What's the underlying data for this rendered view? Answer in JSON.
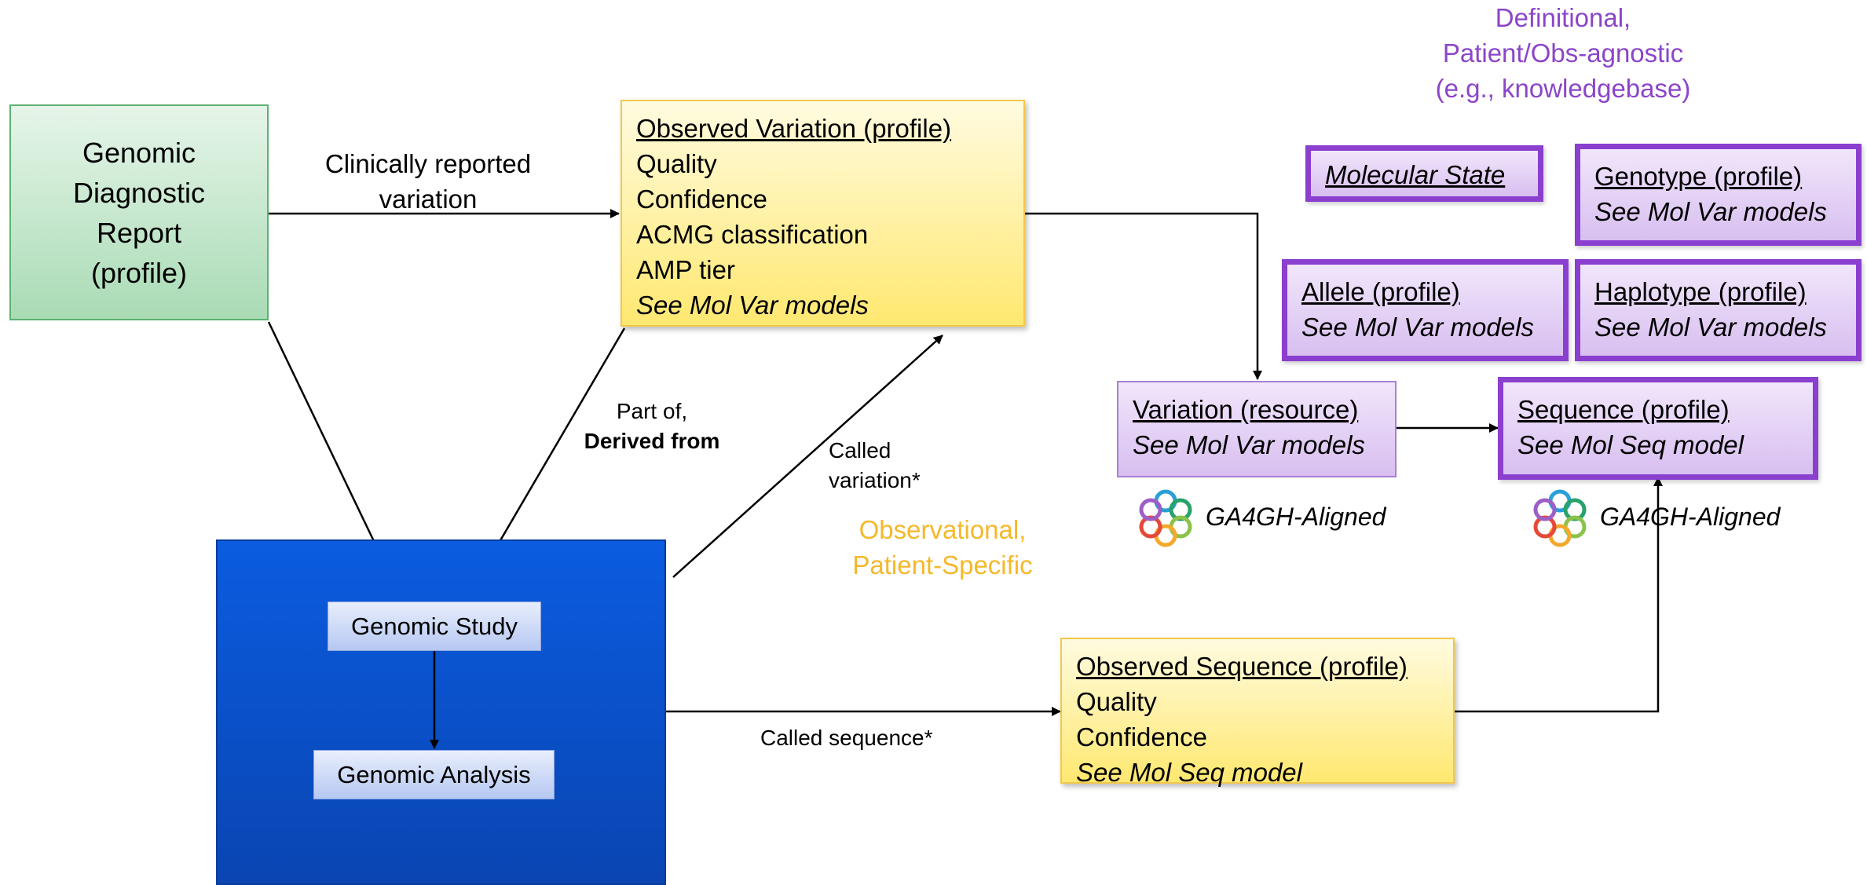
{
  "report": {
    "lines": [
      "Genomic",
      "Diagnostic",
      "Report",
      "(profile)"
    ]
  },
  "edges": {
    "clinically_reported": [
      "Clinically reported",
      "variation"
    ],
    "part_of": "Part of,",
    "derived_from": "Derived from",
    "called_variation": [
      "Called",
      "variation*"
    ],
    "called_sequence": "Called sequence*"
  },
  "observed_variation": {
    "title": "Observed Variation (profile)",
    "items": [
      "Quality",
      "Confidence",
      "ACMG classification",
      "AMP tier"
    ],
    "see": "See Mol Var models"
  },
  "observed_sequence": {
    "title": "Observed Sequence (profile)",
    "items": [
      "Quality",
      "Confidence"
    ],
    "see": "See Mol Seq model"
  },
  "study": {
    "genomic_study": "Genomic Study",
    "genomic_analysis": "Genomic Analysis"
  },
  "observational_label": [
    "Observational,",
    "Patient-Specific"
  ],
  "definitional_label": [
    "Definitional,",
    "Patient/Obs-agnostic",
    "(e.g., knowledgebase)"
  ],
  "molecular_state": "Molecular State",
  "genotype": {
    "title": "Genotype (profile)",
    "see": "See Mol Var models"
  },
  "allele": {
    "title": "Allele (profile)",
    "see": "See Mol Var models"
  },
  "haplotype": {
    "title": "Haplotype (profile)",
    "see": "See Mol Var models"
  },
  "variation": {
    "title": "Variation (resource)",
    "see": "See Mol Var models"
  },
  "sequence": {
    "title": "Sequence (profile)",
    "see": "See Mol Seq model"
  },
  "ga4gh_label": "GA4GH-Aligned",
  "colors": {
    "observational": "#f5b829",
    "definitional": "#8b45c9",
    "report_green": "#a9dbb5",
    "study_blue": "#0b5ce0"
  }
}
